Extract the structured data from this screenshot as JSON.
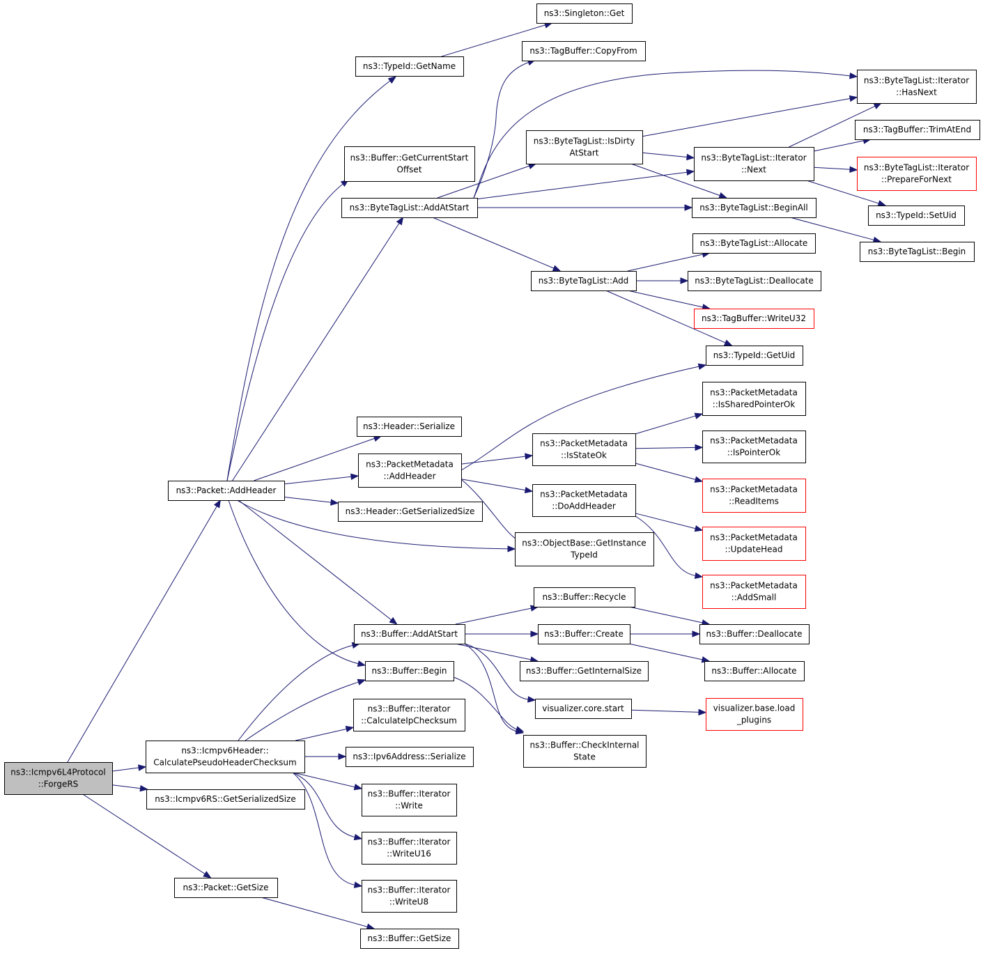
{
  "nodes": [
    {
      "id": "forge",
      "lines": [
        "ns3::Icmpv6L4Protocol",
        "::ForgeRS"
      ],
      "style": "root"
    },
    {
      "id": "addheader",
      "lines": [
        "ns3::Packet::AddHeader"
      ]
    },
    {
      "id": "calcpseudo",
      "lines": [
        "ns3::Icmpv6Header::",
        "CalculatePseudoHeaderChecksum"
      ]
    },
    {
      "id": "rs_getsersize",
      "lines": [
        "ns3::Icmpv6RS::GetSerializedSize"
      ]
    },
    {
      "id": "packet_getsize",
      "lines": [
        "ns3::Packet::GetSize"
      ]
    },
    {
      "id": "typeid_getname",
      "lines": [
        "ns3::TypeId::GetName"
      ]
    },
    {
      "id": "singleton_get",
      "lines": [
        "ns3::Singleton::Get"
      ]
    },
    {
      "id": "buf_getcurrentstart",
      "lines": [
        "ns3::Buffer::GetCurrentStart",
        "Offset"
      ]
    },
    {
      "id": "btl_addatstart",
      "lines": [
        "ns3::ByteTagList::AddAtStart"
      ]
    },
    {
      "id": "tagbuf_copyfrom",
      "lines": [
        "ns3::TagBuffer::CopyFrom"
      ]
    },
    {
      "id": "btl_isdirty",
      "lines": [
        "ns3::ByteTagList::IsDirty",
        "AtStart"
      ]
    },
    {
      "id": "btl_add",
      "lines": [
        "ns3::ByteTagList::Add"
      ]
    },
    {
      "id": "btl_it_hasnext",
      "lines": [
        "ns3::ByteTagList::Iterator",
        "::HasNext"
      ]
    },
    {
      "id": "btl_it_next",
      "lines": [
        "ns3::ByteTagList::Iterator",
        "::Next"
      ]
    },
    {
      "id": "btl_beginall",
      "lines": [
        "ns3::ByteTagList::BeginAll"
      ]
    },
    {
      "id": "tagbuf_trimatend",
      "lines": [
        "ns3::TagBuffer::TrimAtEnd"
      ]
    },
    {
      "id": "btl_it_preparefornext",
      "lines": [
        "ns3::ByteTagList::Iterator",
        "::PrepareForNext"
      ],
      "style": "red"
    },
    {
      "id": "typeid_setuid",
      "lines": [
        "ns3::TypeId::SetUid"
      ]
    },
    {
      "id": "btl_begin",
      "lines": [
        "ns3::ByteTagList::Begin"
      ]
    },
    {
      "id": "btl_allocate",
      "lines": [
        "ns3::ByteTagList::Allocate"
      ]
    },
    {
      "id": "btl_deallocate",
      "lines": [
        "ns3::ByteTagList::Deallocate"
      ]
    },
    {
      "id": "tagbuf_writeu32",
      "lines": [
        "ns3::TagBuffer::WriteU32"
      ],
      "style": "red"
    },
    {
      "id": "typeid_getuid",
      "lines": [
        "ns3::TypeId::GetUid"
      ]
    },
    {
      "id": "header_serialize",
      "lines": [
        "ns3::Header::Serialize"
      ]
    },
    {
      "id": "pm_addheader",
      "lines": [
        "ns3::PacketMetadata",
        "::AddHeader"
      ]
    },
    {
      "id": "header_getsersize",
      "lines": [
        "ns3::Header::GetSerializedSize"
      ]
    },
    {
      "id": "objbase_getinstance",
      "lines": [
        "ns3::ObjectBase::GetInstance",
        "TypeId"
      ]
    },
    {
      "id": "pm_isstateok",
      "lines": [
        "ns3::PacketMetadata",
        "::IsStateOk"
      ]
    },
    {
      "id": "pm_doaddheader",
      "lines": [
        "ns3::PacketMetadata",
        "::DoAddHeader"
      ]
    },
    {
      "id": "pm_issharedpointerok",
      "lines": [
        "ns3::PacketMetadata",
        "::IsSharedPointerOk"
      ]
    },
    {
      "id": "pm_ispointerok",
      "lines": [
        "ns3::PacketMetadata",
        "::IsPointerOk"
      ]
    },
    {
      "id": "pm_readitems",
      "lines": [
        "ns3::PacketMetadata",
        "::ReadItems"
      ],
      "style": "red"
    },
    {
      "id": "pm_updatehead",
      "lines": [
        "ns3::PacketMetadata",
        "::UpdateHead"
      ],
      "style": "red"
    },
    {
      "id": "pm_addsmall",
      "lines": [
        "ns3::PacketMetadata",
        "::AddSmall"
      ],
      "style": "red"
    },
    {
      "id": "buf_addatstart",
      "lines": [
        "ns3::Buffer::AddAtStart"
      ]
    },
    {
      "id": "buf_begin",
      "lines": [
        "ns3::Buffer::Begin"
      ]
    },
    {
      "id": "buf_recycle",
      "lines": [
        "ns3::Buffer::Recycle"
      ]
    },
    {
      "id": "buf_create",
      "lines": [
        "ns3::Buffer::Create"
      ]
    },
    {
      "id": "buf_getinternalsize",
      "lines": [
        "ns3::Buffer::GetInternalSize"
      ]
    },
    {
      "id": "viz_core_start",
      "lines": [
        "visualizer.core.start"
      ]
    },
    {
      "id": "buf_checkinternal",
      "lines": [
        "ns3::Buffer::CheckInternal",
        "State"
      ]
    },
    {
      "id": "buf_deallocate",
      "lines": [
        "ns3::Buffer::Deallocate"
      ]
    },
    {
      "id": "buf_allocate",
      "lines": [
        "ns3::Buffer::Allocate"
      ]
    },
    {
      "id": "viz_base_load",
      "lines": [
        "visualizer.base.load",
        "_plugins"
      ],
      "style": "red"
    },
    {
      "id": "it_calcipchecksum",
      "lines": [
        "ns3::Buffer::Iterator",
        "::CalculateIpChecksum"
      ]
    },
    {
      "id": "ipv6_serialize",
      "lines": [
        "ns3::Ipv6Address::Serialize"
      ]
    },
    {
      "id": "it_write",
      "lines": [
        "ns3::Buffer::Iterator",
        "::Write"
      ]
    },
    {
      "id": "it_writeu16",
      "lines": [
        "ns3::Buffer::Iterator",
        "::WriteU16"
      ]
    },
    {
      "id": "it_writeu8",
      "lines": [
        "ns3::Buffer::Iterator",
        "::WriteU8"
      ]
    },
    {
      "id": "buf_getsize",
      "lines": [
        "ns3::Buffer::GetSize"
      ]
    }
  ],
  "edges": [
    [
      "forge",
      "addheader"
    ],
    [
      "forge",
      "calcpseudo"
    ],
    [
      "forge",
      "rs_getsersize"
    ],
    [
      "forge",
      "packet_getsize"
    ],
    [
      "addheader",
      "typeid_getname"
    ],
    [
      "addheader",
      "buf_getcurrentstart"
    ],
    [
      "addheader",
      "btl_addatstart"
    ],
    [
      "addheader",
      "header_serialize"
    ],
    [
      "addheader",
      "pm_addheader"
    ],
    [
      "addheader",
      "header_getsersize"
    ],
    [
      "addheader",
      "objbase_getinstance"
    ],
    [
      "addheader",
      "buf_addatstart"
    ],
    [
      "addheader",
      "buf_begin"
    ],
    [
      "typeid_getname",
      "singleton_get"
    ],
    [
      "btl_addatstart",
      "tagbuf_copyfrom"
    ],
    [
      "btl_addatstart",
      "btl_it_hasnext"
    ],
    [
      "btl_addatstart",
      "btl_isdirty"
    ],
    [
      "btl_addatstart",
      "btl_it_next"
    ],
    [
      "btl_addatstart",
      "btl_beginall"
    ],
    [
      "btl_addatstart",
      "btl_add"
    ],
    [
      "btl_isdirty",
      "btl_it_hasnext"
    ],
    [
      "btl_isdirty",
      "btl_it_next"
    ],
    [
      "btl_isdirty",
      "btl_beginall"
    ],
    [
      "btl_it_next",
      "btl_it_hasnext"
    ],
    [
      "btl_it_next",
      "tagbuf_trimatend"
    ],
    [
      "btl_it_next",
      "btl_it_preparefornext"
    ],
    [
      "btl_it_next",
      "typeid_setuid"
    ],
    [
      "btl_beginall",
      "btl_begin"
    ],
    [
      "btl_add",
      "btl_allocate"
    ],
    [
      "btl_add",
      "btl_deallocate"
    ],
    [
      "btl_add",
      "tagbuf_writeu32"
    ],
    [
      "btl_add",
      "typeid_getuid"
    ],
    [
      "pm_addheader",
      "typeid_getuid"
    ],
    [
      "pm_addheader",
      "pm_isstateok"
    ],
    [
      "pm_addheader",
      "pm_doaddheader"
    ],
    [
      "pm_addheader",
      "objbase_getinstance"
    ],
    [
      "pm_isstateok",
      "pm_issharedpointerok"
    ],
    [
      "pm_isstateok",
      "pm_ispointerok"
    ],
    [
      "pm_isstateok",
      "pm_readitems"
    ],
    [
      "pm_doaddheader",
      "pm_updatehead"
    ],
    [
      "pm_doaddheader",
      "pm_addsmall"
    ],
    [
      "calcpseudo",
      "buf_addatstart"
    ],
    [
      "calcpseudo",
      "buf_begin"
    ],
    [
      "calcpseudo",
      "it_calcipchecksum"
    ],
    [
      "calcpseudo",
      "ipv6_serialize"
    ],
    [
      "calcpseudo",
      "it_write"
    ],
    [
      "calcpseudo",
      "it_writeu16"
    ],
    [
      "calcpseudo",
      "it_writeu8"
    ],
    [
      "buf_addatstart",
      "buf_recycle"
    ],
    [
      "buf_addatstart",
      "buf_create"
    ],
    [
      "buf_addatstart",
      "buf_getinternalsize"
    ],
    [
      "buf_addatstart",
      "viz_core_start"
    ],
    [
      "buf_addatstart",
      "buf_checkinternal"
    ],
    [
      "buf_begin",
      "buf_checkinternal"
    ],
    [
      "buf_recycle",
      "buf_deallocate"
    ],
    [
      "buf_create",
      "buf_deallocate"
    ],
    [
      "buf_create",
      "buf_allocate"
    ],
    [
      "viz_core_start",
      "viz_base_load"
    ],
    [
      "packet_getsize",
      "buf_getsize"
    ]
  ]
}
